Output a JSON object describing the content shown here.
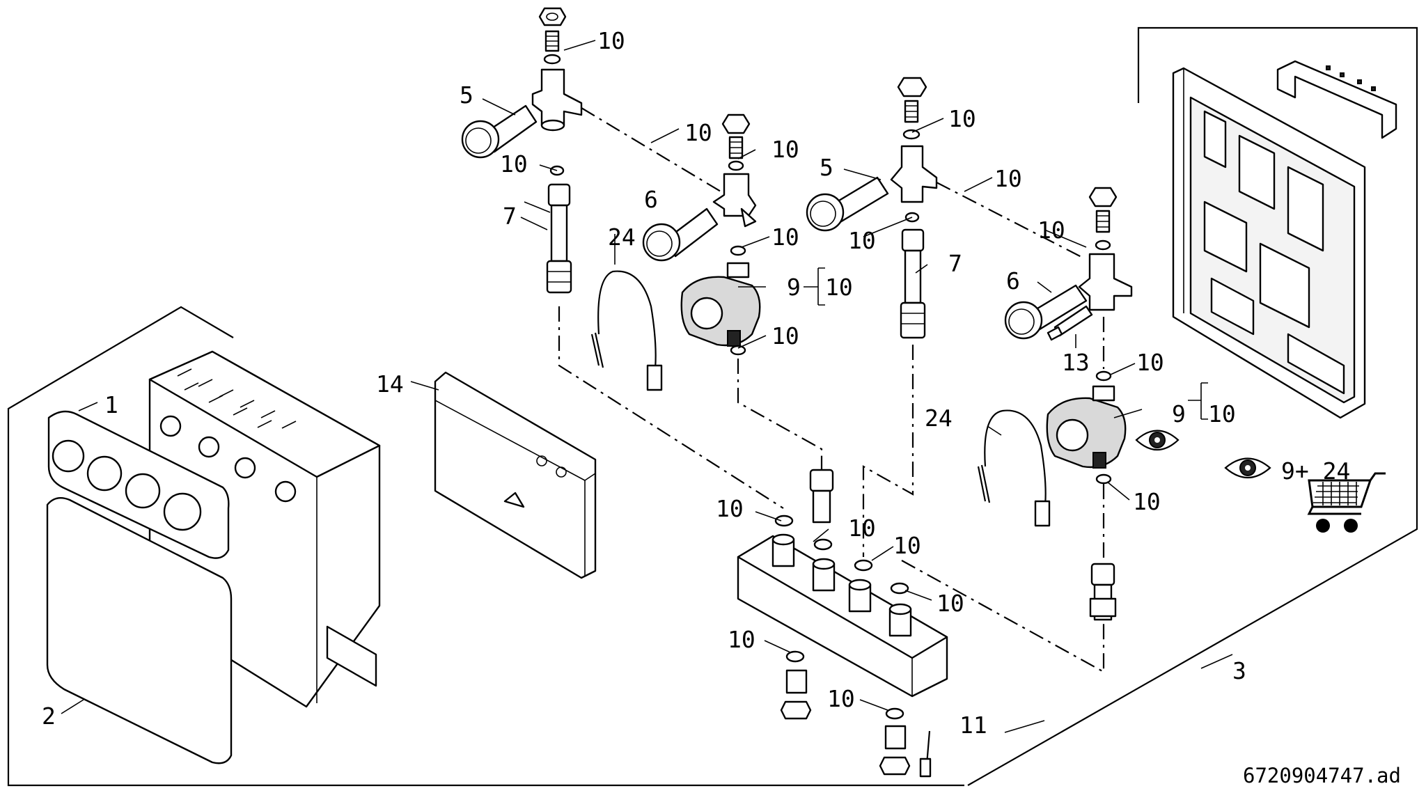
{
  "labels": {
    "l1": "1",
    "l2": "2",
    "l3": "3",
    "l5a": "5",
    "l5b": "5",
    "l6a": "6",
    "l6b": "6",
    "l7a": "7",
    "l7b": "7",
    "l9a": "9",
    "l9b": "9",
    "l11": "11",
    "l13": "13",
    "l14": "14",
    "l24a": "24",
    "l24b": "24",
    "l10": "10",
    "l9plus24": "9+ 24"
  },
  "drawing_code": "6720904747.ad",
  "icons": {
    "eye": "eye-icon",
    "cart": "shopping-cart-icon"
  }
}
